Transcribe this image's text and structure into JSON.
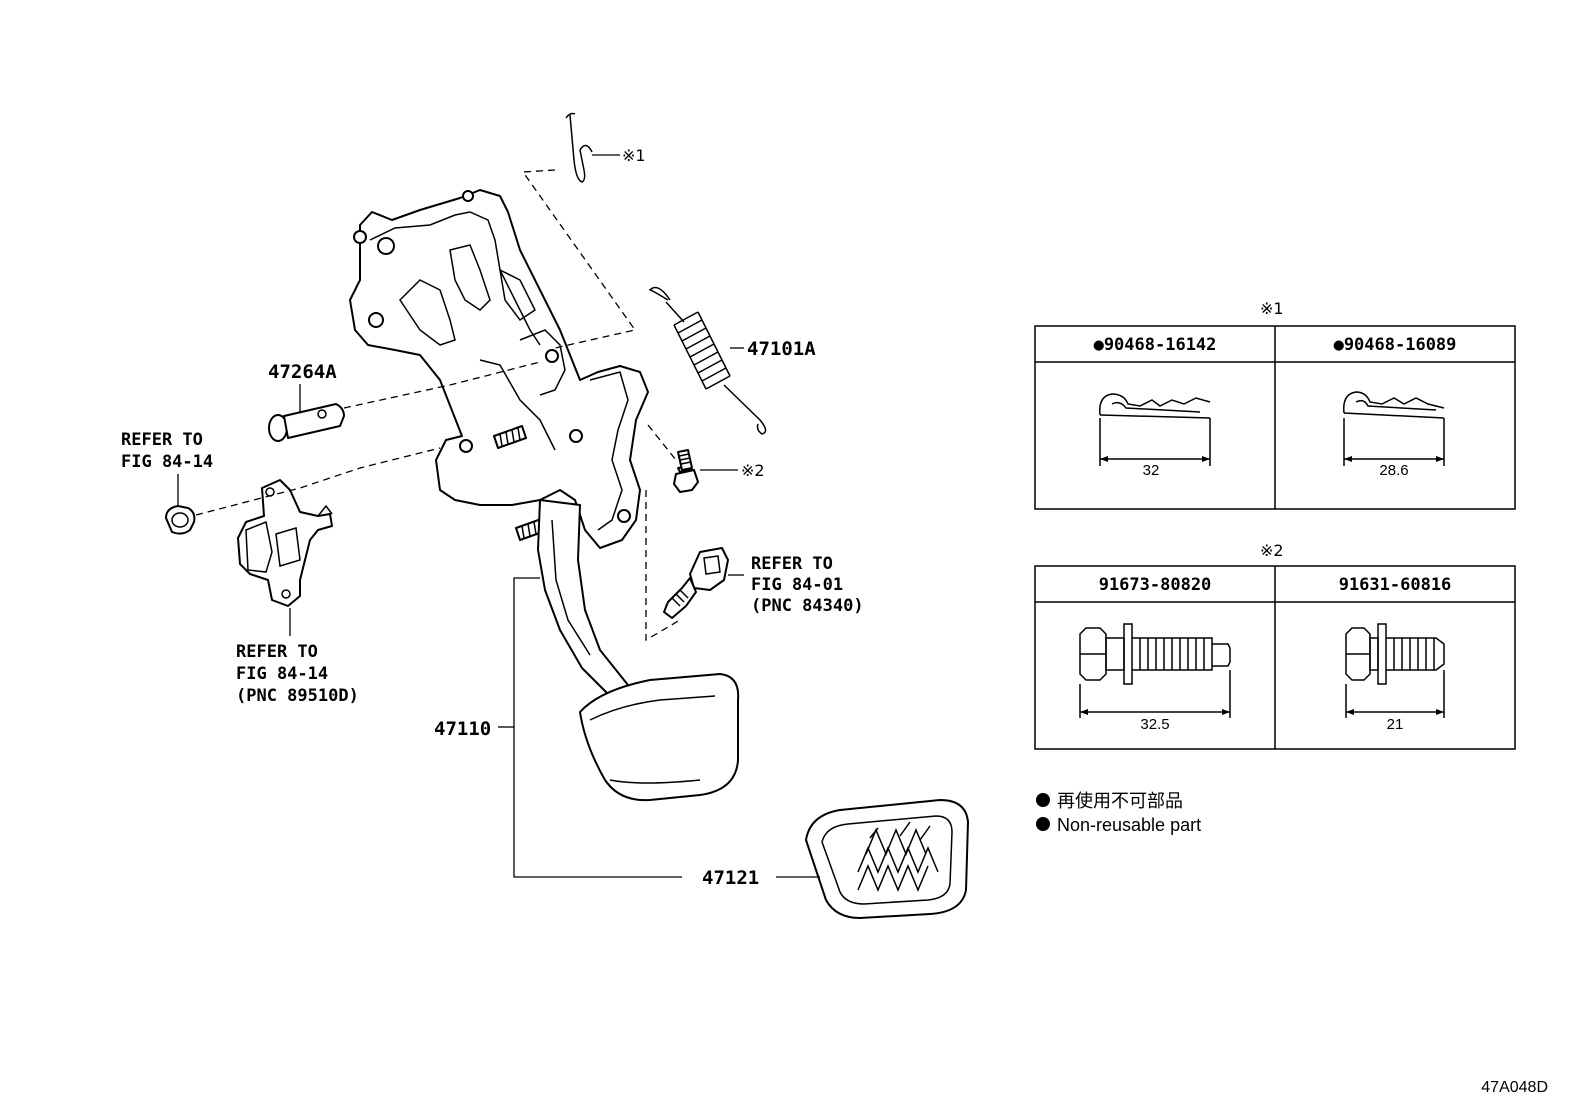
{
  "callouts": {
    "p47264A": "47264A",
    "p47101A": "47101A",
    "p47110": "47110",
    "p47121": "47121",
    "mark1": "※1",
    "mark2": "※2"
  },
  "references": {
    "ref_left": [
      "REFER TO",
      "FIG 84-14"
    ],
    "ref_bottom": [
      "REFER TO",
      "FIG 84-14",
      "(PNC 89510D)"
    ],
    "ref_right": [
      "REFER TO",
      "FIG 84-01",
      "(PNC 84340)"
    ]
  },
  "table1": {
    "title": "※1",
    "columns": [
      {
        "part_no": "●90468-16142",
        "dimension": "32"
      },
      {
        "part_no": "●90468-16089",
        "dimension": "28.6"
      }
    ]
  },
  "table2": {
    "title": "※2",
    "columns": [
      {
        "part_no": "91673-80820",
        "dimension": "32.5"
      },
      {
        "part_no": "91631-60816",
        "dimension": "21"
      }
    ]
  },
  "legend": {
    "jp": "再使用不可部品",
    "en": "Non-reusable part"
  },
  "figure_code": "47A048D",
  "icons": {
    "bullet": "filled-circle",
    "color": "#000000"
  }
}
